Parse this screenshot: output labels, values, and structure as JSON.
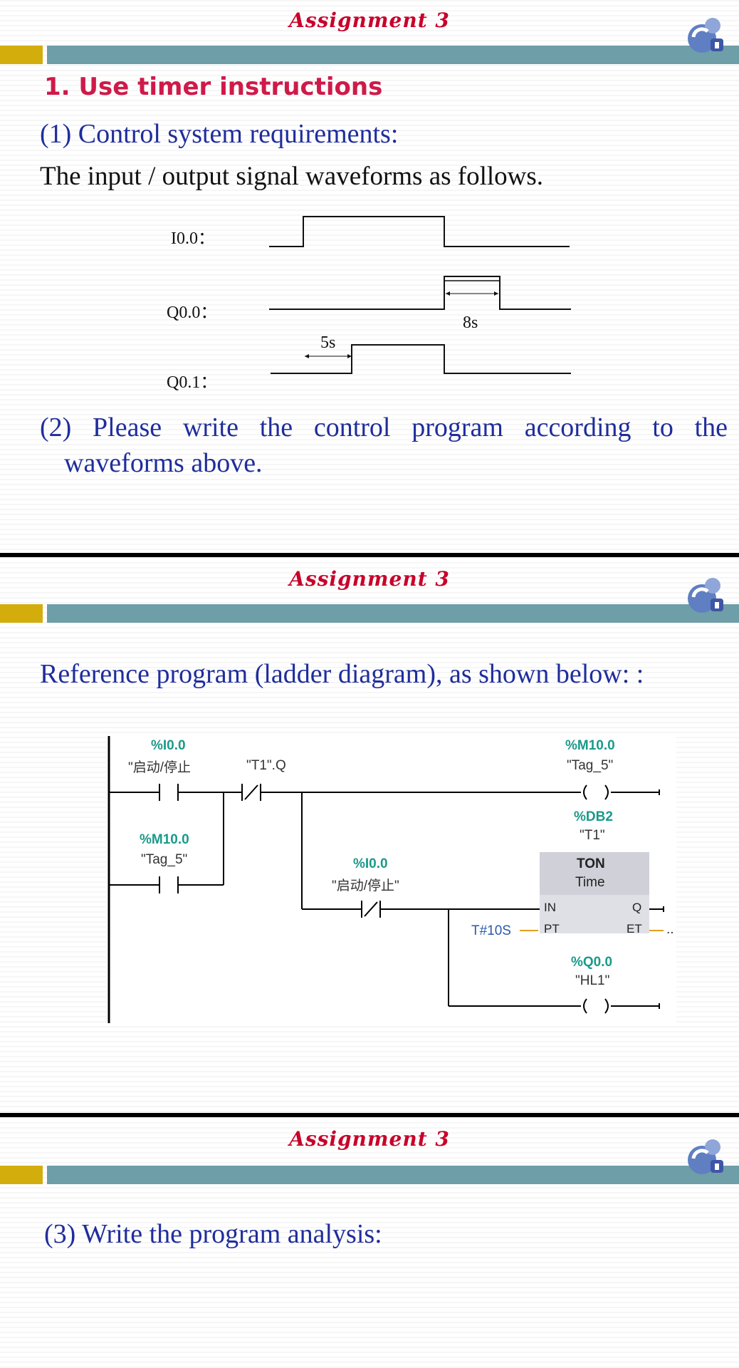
{
  "slide1": {
    "header_title": "Assignment 3",
    "section_heading": "1. Use timer instructions",
    "subheading": "(1) Control system requirements:",
    "intro": "The input / output signal waveforms as follows.",
    "waveform_labels": {
      "i00": "I0.0：",
      "q00": "Q0.0：",
      "q01": "Q0.1："
    },
    "duration_q00": "8s",
    "duration_q01": "5s",
    "instruction_line1": "(2) Please write the control program according to the",
    "instruction_line2": "waveforms above."
  },
  "slide2": {
    "header_title": "Assignment 3",
    "heading": "Reference program (ladder diagram), as shown below: :",
    "ladder": {
      "contact1_addr": "%I0.0",
      "contact1_name": "\"启动/停止",
      "contact2_name": "\"T1\".Q",
      "coil1_addr": "%M10.0",
      "coil1_name": "\"Tag_5\"",
      "contact3_addr": "%M10.0",
      "contact3_name": "\"Tag_5\"",
      "contact4_addr": "%I0.0",
      "contact4_name": "\"启动/停止\"",
      "timer_db": "%DB2",
      "timer_name": "\"T1\"",
      "timer_type": "TON",
      "timer_subtype": "Time",
      "pin_in": "IN",
      "pin_pt": "PT",
      "pin_q": "Q",
      "pin_et": "ET",
      "pt_value": "T#10S",
      "et_value": "..",
      "coil2_addr": "%Q0.0",
      "coil2_name": "\"HL1\""
    }
  },
  "slide3": {
    "header_title": "Assignment 3",
    "heading": "(3) Write the program analysis:"
  },
  "colors": {
    "header_red": "#c8002a",
    "heading_pink": "#cf1a49",
    "text_blue": "#1f2d9c",
    "bar_gold": "#d3ad0c",
    "bar_teal": "#6e9ea8",
    "ladder_address": "#1a9a8a"
  },
  "icons": {
    "logo": "blue-circles-logo-icon"
  }
}
